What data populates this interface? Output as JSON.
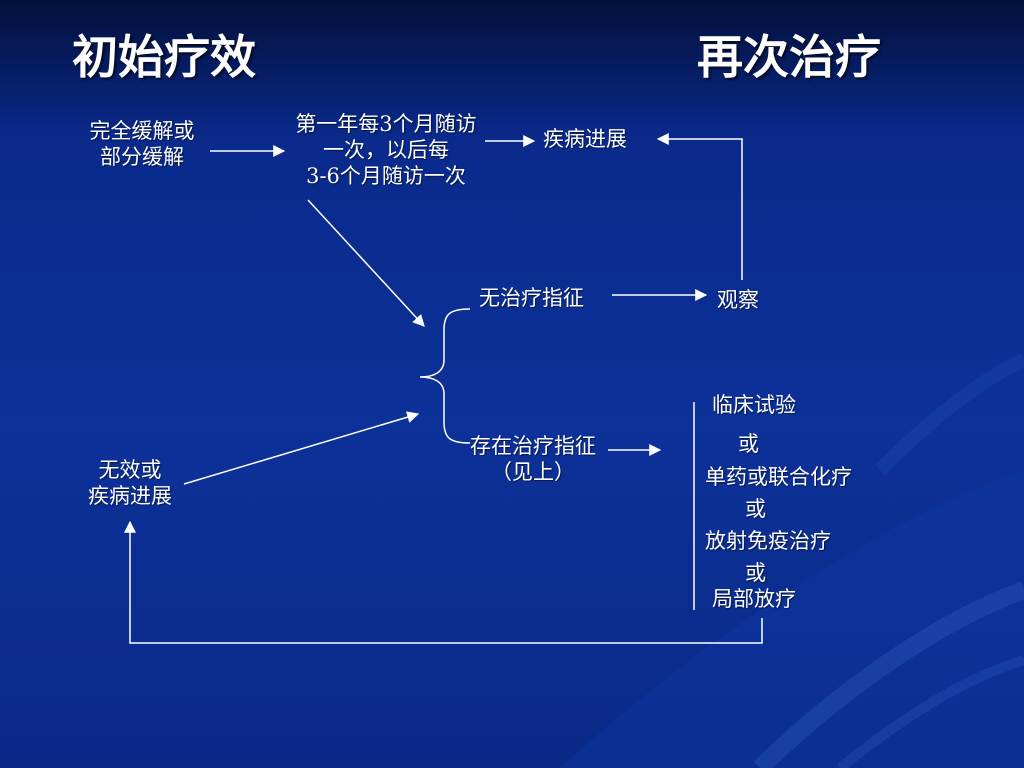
{
  "headings": {
    "left": "初始疗效",
    "right": "再次治疗"
  },
  "nodes": {
    "response": [
      "完全缓解或",
      "部分缓解"
    ],
    "followup": [
      "第一年每3个月随访",
      "一次，以后每",
      "3-6个月随访一次"
    ],
    "progression": "疾病进展",
    "no_indication": "无治疗指征",
    "observe": "观察",
    "has_indication": [
      "存在治疗指征",
      "（见上）"
    ],
    "nonresponse": [
      "无效或",
      "疾病进展"
    ],
    "options": {
      "clinical_trial": "临床试验",
      "or_1": "或",
      "chemo": "单药或联合化疗",
      "or_2": "或",
      "radioimmuno": "放射免疫治疗",
      "or_3": "或",
      "local_rt": "局部放疗"
    }
  },
  "colors": {
    "background": "#0c3199",
    "text": "#ffffff",
    "lines": "#ffffff"
  }
}
